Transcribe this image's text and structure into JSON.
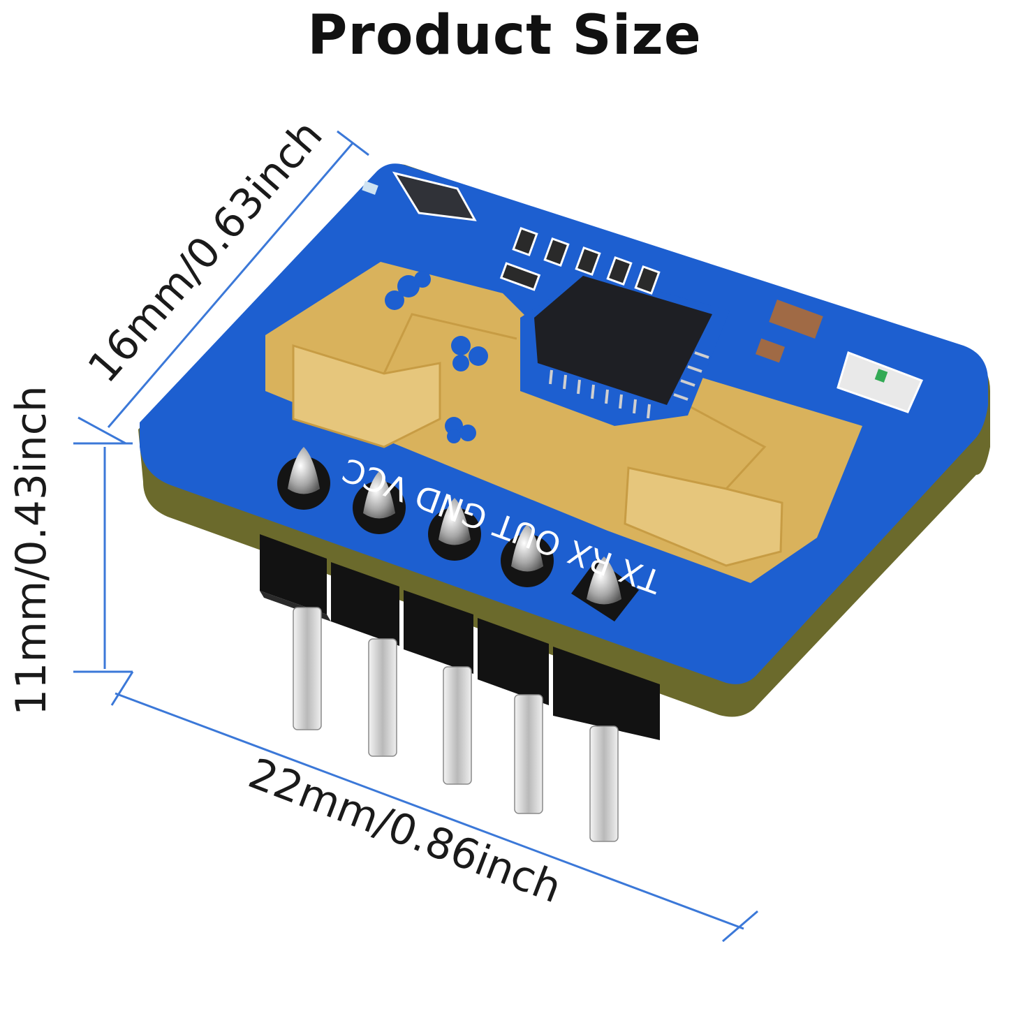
{
  "title": "Product Size",
  "dimensions": {
    "depth": "16mm/0.63inch",
    "height": "11mm/0.43inch",
    "width": "22mm/0.86inch"
  },
  "pcb": {
    "pin_labels": "TX RX OUT GND VCC"
  },
  "colors": {
    "pcb_blue": "#1d5fd0",
    "pcb_edge": "#6b6a2c",
    "antenna_gold": "#d9b25c",
    "chip_black": "#1e1f24",
    "dimension_line": "#3b78d8",
    "header_black": "#121212",
    "pin_silver": "#d9d9d9"
  }
}
